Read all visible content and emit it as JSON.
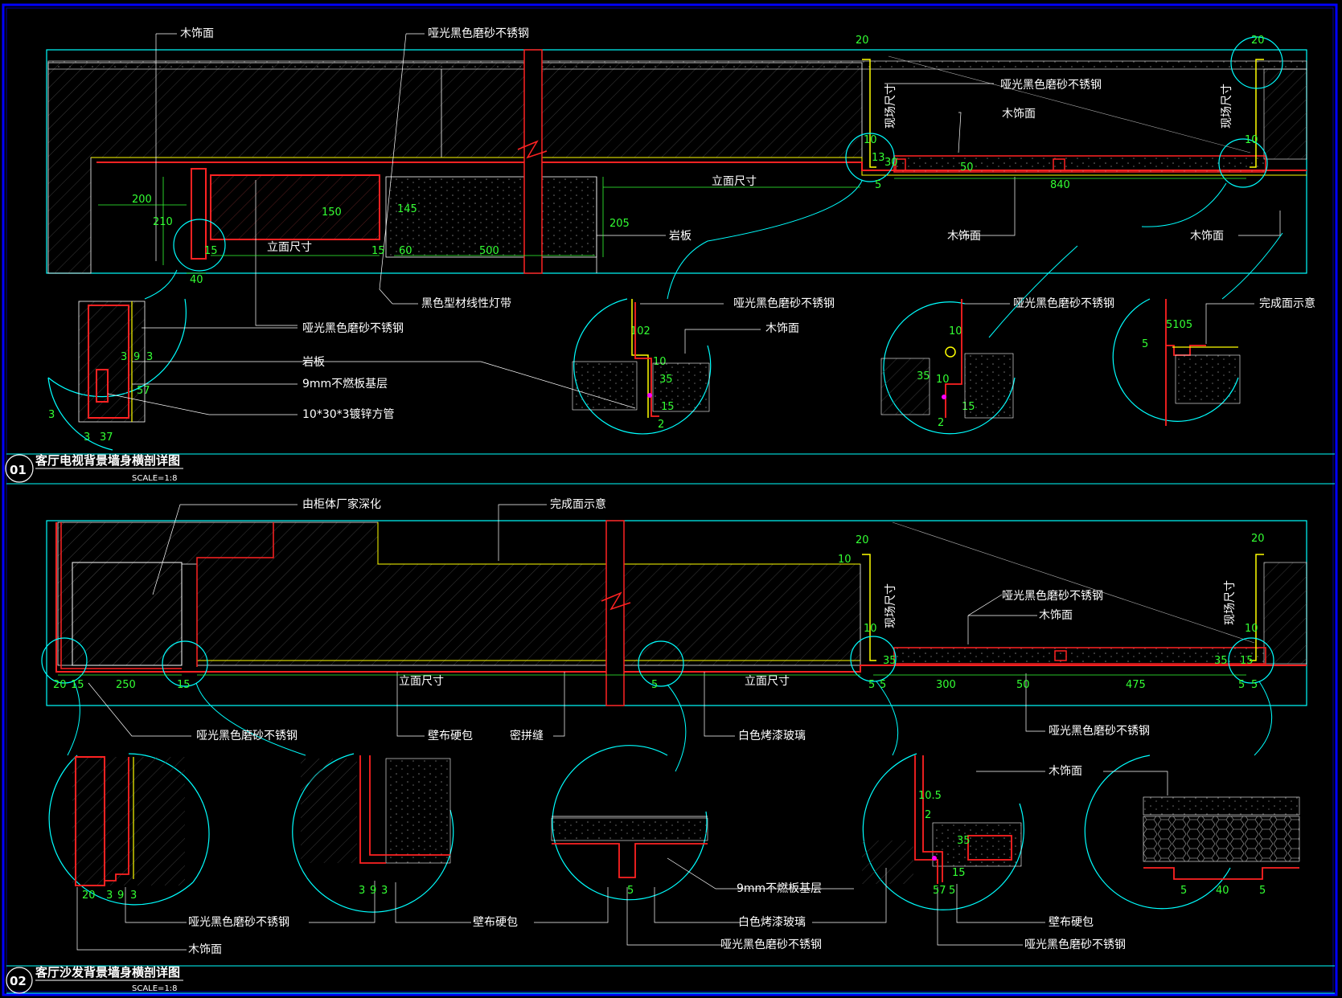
{
  "colors": {
    "background": "#000000",
    "frame": "#0000ff",
    "outline": "#00ffff",
    "section": "#ff2222",
    "finish": "#ffff00",
    "dimension": "#33ff33",
    "text": "#ffffff",
    "accent": "#ff00ff"
  },
  "section1": {
    "number": "01",
    "title": "客厅电视背景墙身横剖详图",
    "scale": "SCALE=1:8",
    "labels": {
      "wood_face": "木饰面",
      "matte_ss": "哑光黑色磨砂不锈钢",
      "rock_slab": "岩板",
      "led_strip": "黑色型材线性灯带",
      "elevation_dim": "立面尺寸",
      "site_dim": "现场尺寸",
      "fireproof_base": "9mm不燃板基层",
      "steel_tube": "10*30*3镀锌方管",
      "finish_face": "完成面示意"
    },
    "dims": {
      "d20": "20",
      "d10": "10",
      "d13": "13",
      "d15": "15",
      "d30": "30",
      "d5": "5",
      "d50": "50",
      "d840": "840",
      "d200": "200",
      "d210": "210",
      "d150": "150",
      "d145": "145",
      "d60": "60",
      "d500": "500",
      "d205": "205",
      "d40": "40",
      "d3": "3",
      "d9": "9",
      "d57": "57",
      "d37": "37",
      "d102": "102",
      "d35": "35",
      "d2": "2",
      "d5105": "5105"
    }
  },
  "section2": {
    "number": "02",
    "title": "客厅沙发背景墙身横剖详图",
    "scale": "SCALE=1:8",
    "labels": {
      "cabinet_maker": "由柜体厂家深化",
      "finish_face": "完成面示意",
      "matte_ss": "哑光黑色磨砂不锈钢",
      "wood_face": "木饰面",
      "elevation_dim": "立面尺寸",
      "site_dim": "现场尺寸",
      "fabric_panel": "壁布硬包",
      "tight_joint": "密拼缝",
      "white_glass": "白色烤漆玻璃",
      "fireproof_base": "9mm不燃板基层"
    },
    "dims": {
      "d20": "20",
      "d10": "10",
      "d15": "15",
      "d250": "250",
      "d5": "5",
      "d300": "300",
      "d50": "50",
      "d475": "475",
      "d35": "35",
      "d3": "3",
      "d9": "9",
      "d105": "10.5",
      "d2": "2",
      "d40": "40",
      "d57": "57"
    }
  }
}
